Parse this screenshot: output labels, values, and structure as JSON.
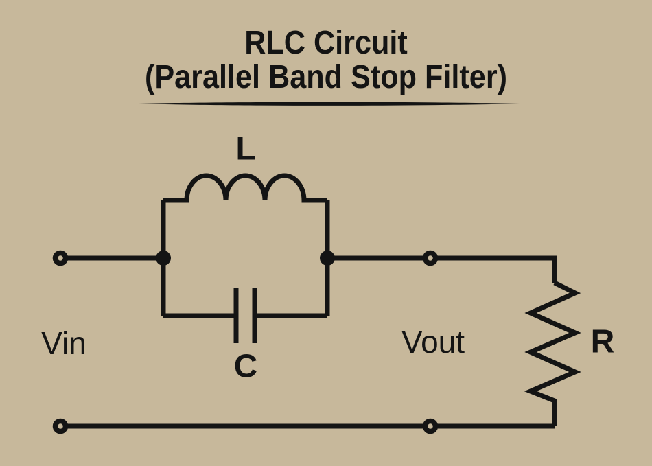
{
  "title": {
    "line1": "RLC Circuit",
    "line2": "(Parallel Band Stop Filter)"
  },
  "component_labels": {
    "inductor": "L",
    "capacitor": "C",
    "resistor": "R"
  },
  "node_labels": {
    "input": "Vin",
    "output": "Vout"
  },
  "colors": {
    "background": "#c7b89b",
    "line": "#141414"
  }
}
